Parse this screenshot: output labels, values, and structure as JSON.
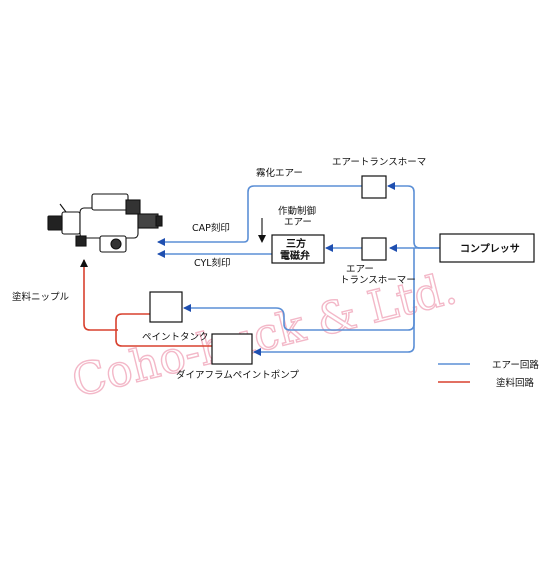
{
  "watermark": "Coho-buck & Ltd.",
  "labels": {
    "atomizing_air": "霧化エアー",
    "transformer_top": "エアートランスホーマ",
    "cap_port": "CAP刻印",
    "actuation_line1": "作動制御",
    "actuation_line2": "エアー",
    "valve_line1": "三方",
    "valve_line2": "電磁弁",
    "transformer_mid_line1": "エアー",
    "transformer_mid_line2": "トランスホーマー",
    "cyl_port": "CYL刻印",
    "compressor": "コンプレッサ",
    "paint_nipple": "塗料ニップル",
    "paint_tank": "ペイントタンク",
    "diaphragm_pump": "ダイアフラムペイントポンプ"
  },
  "legend": {
    "air_label": "エアー回路",
    "air_color": "#5b8fd6",
    "paint_label": "塗料回路",
    "paint_color": "#d8412f"
  },
  "colors": {
    "arrow": "#1f4fb0",
    "box_stroke": "#111111"
  }
}
